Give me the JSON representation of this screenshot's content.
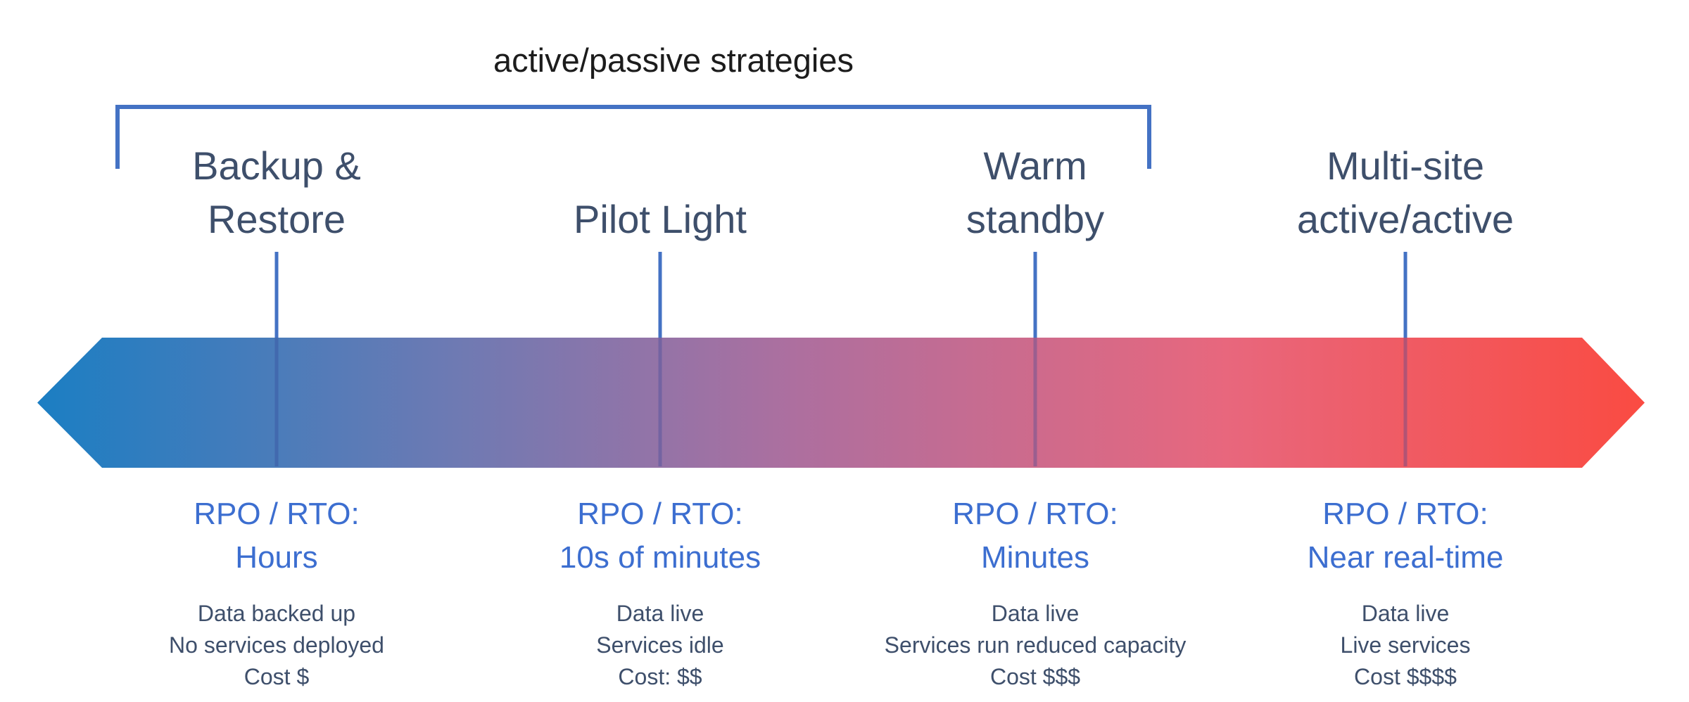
{
  "title": "active/passive strategies",
  "strategies": [
    {
      "name": "Backup &\nRestore",
      "rpo_heading": "RPO / RTO:",
      "rpo_value": "Hours",
      "details": [
        "Data backed up",
        "No services deployed",
        "Cost $"
      ]
    },
    {
      "name": "Pilot Light",
      "rpo_heading": "RPO / RTO:",
      "rpo_value": "10s of minutes",
      "details": [
        "Data live",
        "Services idle",
        "Cost: $$"
      ]
    },
    {
      "name": "Warm\nstandby",
      "rpo_heading": "RPO / RTO:",
      "rpo_value": "Minutes",
      "details": [
        "Data live",
        "Services run reduced capacity",
        "Cost $$$"
      ]
    },
    {
      "name": "Multi-site\nactive/active",
      "rpo_heading": "RPO / RTO:",
      "rpo_value": "Near real-time",
      "details": [
        "Data live",
        "Live services",
        "Cost $$$$"
      ]
    }
  ],
  "colors": {
    "band-blue": "#1b7ec3",
    "band-violet": "#6e7ab3",
    "band-mauve": "#ad6f9f",
    "band-rose": "#e8677d",
    "band-red": "#fa4b42",
    "line-blue": "#4472c4",
    "rpo-blue": "#3c6ed0",
    "label-slate": "#3e4f6b",
    "title-dark": "#1c1c1c"
  }
}
